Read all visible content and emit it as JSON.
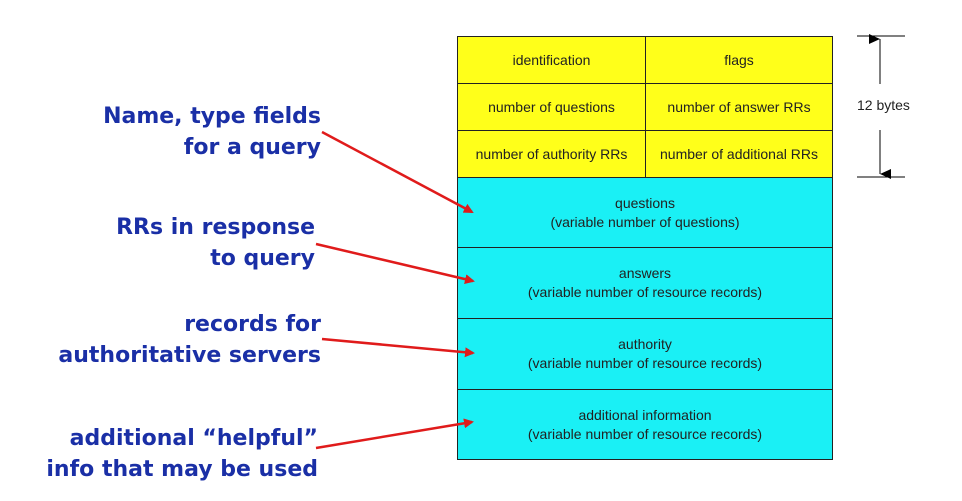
{
  "labels": {
    "query_line1": "Name, type fields",
    "query_line2": "for a query",
    "answers_line1": "RRs in response",
    "answers_line2": "to query",
    "authority_line1": "records for",
    "authority_line2": "authoritative servers",
    "additional_line1": "additional “helpful”",
    "additional_line2": "info that may be used"
  },
  "header": {
    "identification": "identification",
    "flags": "flags",
    "num_questions": "number of questions",
    "num_answer_rrs": "number of answer RRs",
    "num_authority_rrs": "number of authority RRs",
    "num_additional_rrs": "number of additional RRs"
  },
  "sections": {
    "questions_title": "questions",
    "questions_sub": "(variable number of questions)",
    "answers_title": "answers",
    "answers_sub": "(variable number of resource records)",
    "authority_title": "authority",
    "authority_sub": "(variable number of resource  records)",
    "additional_title": "additional information",
    "additional_sub": "(variable number of resource records)"
  },
  "size_note": "12 bytes",
  "colors": {
    "header_fill": "#ffff1a",
    "section_fill": "#1af0f5",
    "label_text": "#1a2fa6",
    "arrow": "#e01b1b"
  }
}
